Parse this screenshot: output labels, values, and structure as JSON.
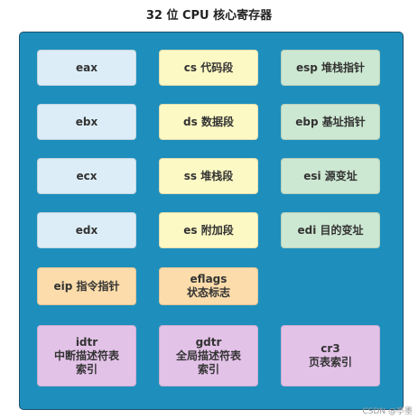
{
  "title": "32 位 CPU 核心寄存器",
  "colors": {
    "panel": "#1e8fbd",
    "general": "#dcedf7",
    "segment": "#fdf9c4",
    "pointer": "#cde8d2",
    "instruction": "#fbdcaa",
    "system": "#e3c2e8"
  },
  "registers": [
    {
      "label": "eax",
      "group": "general"
    },
    {
      "label": "cs 代码段",
      "group": "segment"
    },
    {
      "label": "esp 堆栈指针",
      "group": "pointer"
    },
    {
      "label": "ebx",
      "group": "general"
    },
    {
      "label": "ds 数据段",
      "group": "segment"
    },
    {
      "label": "ebp 基址指针",
      "group": "pointer"
    },
    {
      "label": "ecx",
      "group": "general"
    },
    {
      "label": "ss 堆栈段",
      "group": "segment"
    },
    {
      "label": "esi 源变址",
      "group": "pointer"
    },
    {
      "label": "edx",
      "group": "general"
    },
    {
      "label": "es 附加段",
      "group": "segment"
    },
    {
      "label": "edi 目的变址",
      "group": "pointer"
    },
    {
      "label": "eip 指令指针",
      "group": "instruction"
    },
    {
      "label": "eflags\n状态标志",
      "group": "instruction"
    },
    {
      "label": "idtr\n中断描述符表\n索引",
      "group": "system"
    },
    {
      "label": "gdtr\n全局描述符表\n索引",
      "group": "system"
    },
    {
      "label": "cr3\n页表索引",
      "group": "system"
    }
  ],
  "watermark": "CSDN @亭墨"
}
